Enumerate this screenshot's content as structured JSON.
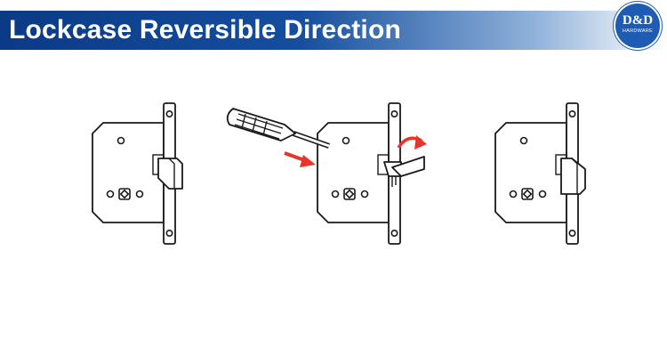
{
  "header": {
    "title": "Lockcase Reversible Direction",
    "background_start": "#0b3a86",
    "background_end": "#ffffff"
  },
  "logo": {
    "main": "D&D",
    "sub": "HARDWARE",
    "color": "#1e5bb3"
  },
  "illustrations": {
    "arrow_color": "#e8352a",
    "line_color": "#1a1a1a",
    "steps": [
      {
        "icon": "lockcase-latch-left-icon"
      },
      {
        "icon": "screwdriver-reverse-latch-icon"
      },
      {
        "icon": "lockcase-latch-reversed-icon"
      }
    ]
  }
}
